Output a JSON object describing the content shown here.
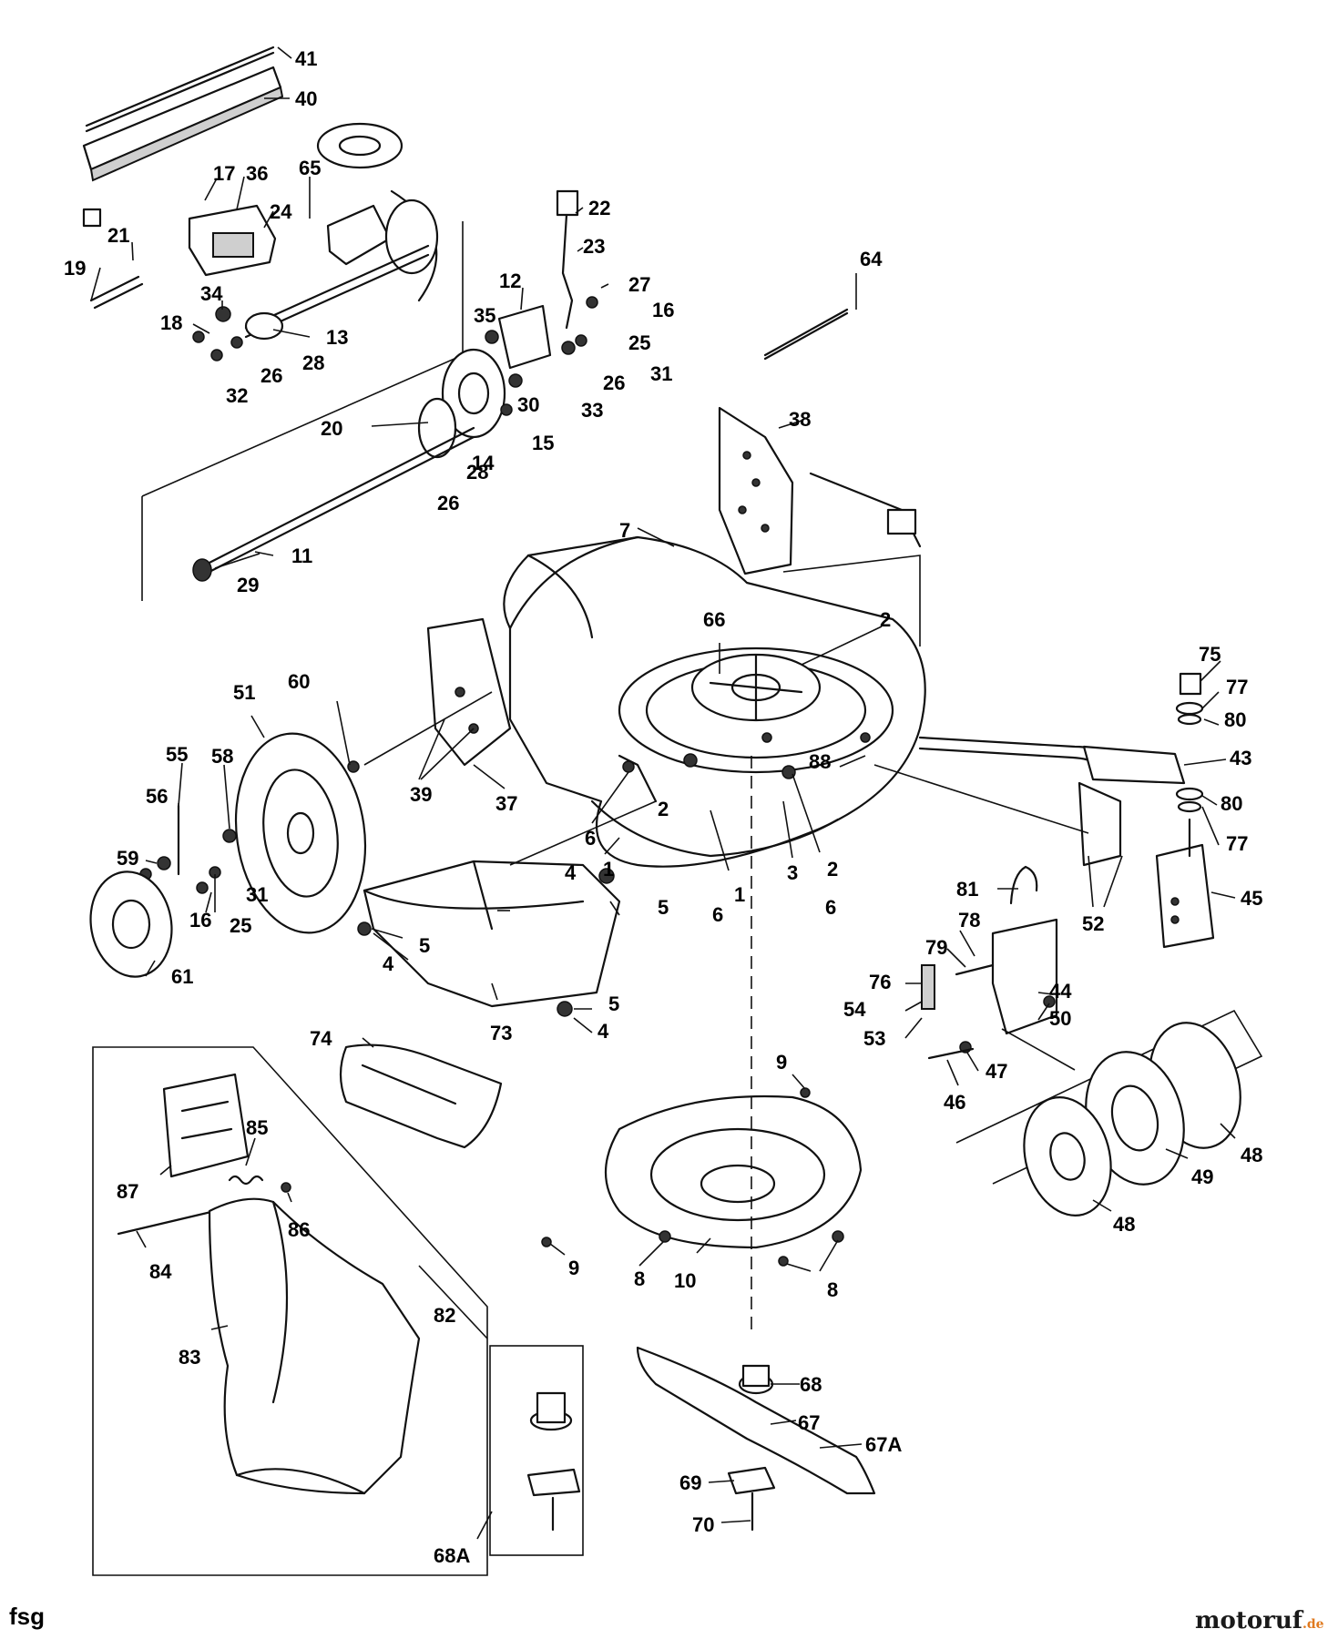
{
  "callouts": {
    "c41": "41",
    "c40": "40",
    "c17": "17",
    "c36": "36",
    "c65": "65",
    "c24": "24",
    "c21": "21",
    "c19": "19",
    "c34": "34",
    "c18": "18",
    "c13": "13",
    "c28a": "28",
    "c26a": "26",
    "c32": "32",
    "c22": "22",
    "c23": "23",
    "c27": "27",
    "c16a": "16",
    "c25a": "25",
    "c31a": "31",
    "c26b": "26",
    "c12": "12",
    "c35": "35",
    "c33": "33",
    "c30": "30",
    "c15": "15",
    "c14": "14",
    "c28b": "28",
    "c20": "20",
    "c26c": "26",
    "c11": "11",
    "c29": "29",
    "c64": "64",
    "c38": "38",
    "c7": "7",
    "c66": "66",
    "c2a": "2",
    "c2b": "2",
    "c2c": "2",
    "c88": "88",
    "c75": "75",
    "c77a": "77",
    "c80a": "80",
    "c43": "43",
    "c80b": "80",
    "c77b": "77",
    "c45": "45",
    "c52": "52",
    "c51": "51",
    "c60": "60",
    "c55": "55",
    "c58": "58",
    "c56": "56",
    "c59": "59",
    "c39": "39",
    "c37": "37",
    "c6a": "6",
    "c1a": "1",
    "c3": "3",
    "c6b": "6",
    "c1b": "1",
    "c6c": "6",
    "c31b": "31",
    "c16b": "16",
    "c25b": "25",
    "c61": "61",
    "c4a": "4",
    "c5a": "5",
    "c5b": "5",
    "c4b": "4",
    "c73": "73",
    "c5c": "5",
    "c4c": "4",
    "c81": "81",
    "c78": "78",
    "c79": "79",
    "c76": "76",
    "c54": "54",
    "c53": "53",
    "c44": "44",
    "c50": "50",
    "c47": "47",
    "c46": "46",
    "c74": "74",
    "c9a": "9",
    "c9b": "9",
    "c8a": "8",
    "c8b": "8",
    "c10": "10",
    "c48a": "48",
    "c49": "49",
    "c48b": "48",
    "c85": "85",
    "c87": "87",
    "c86": "86",
    "c84": "84",
    "c82": "82",
    "c83": "83",
    "c68": "68",
    "c67": "67",
    "c67A": "67A",
    "c69": "69",
    "c70": "70",
    "c68A": "68A"
  },
  "footer": {
    "code": "fsg",
    "brand_main": "motoruf",
    "brand_suffix": ".de"
  },
  "colors": {
    "line": "#111111",
    "brand_dark": "#1a1a1a",
    "brand_accent": "#e07a1f"
  }
}
